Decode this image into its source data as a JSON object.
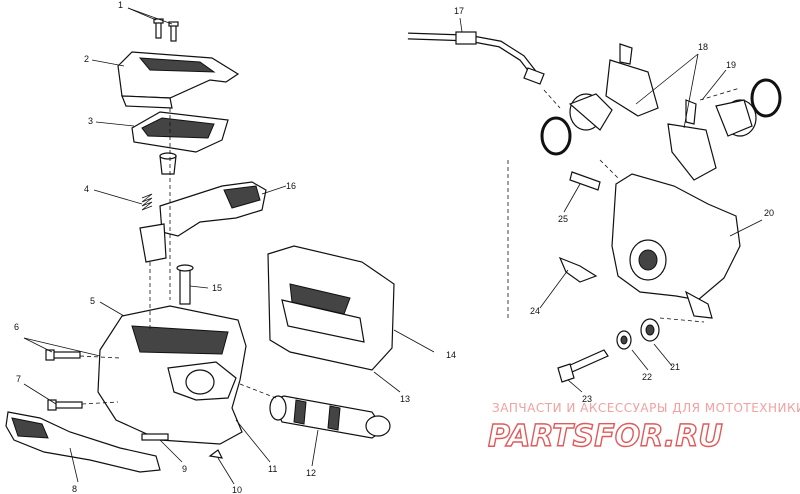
{
  "callouts": {
    "c1": "1",
    "c2": "2",
    "c3": "3",
    "c4": "4",
    "c5": "5",
    "c6": "6",
    "c7": "7",
    "c8": "8",
    "c9": "9",
    "c10": "10",
    "c11": "11",
    "c12": "12",
    "c13": "13",
    "c14": "14",
    "c15": "15",
    "c16": "16",
    "c17": "17",
    "c18": "18",
    "c19": "19",
    "c20": "20",
    "c21": "21",
    "c22": "22",
    "c23": "23",
    "c24": "24",
    "c25": "25"
  },
  "watermark": {
    "caption": "ЗАПЧАСТИ И АКСЕССУАРЫ ДЛЯ МОТОТЕХНИКИ",
    "brand": "PARTSFOR.RU"
  }
}
